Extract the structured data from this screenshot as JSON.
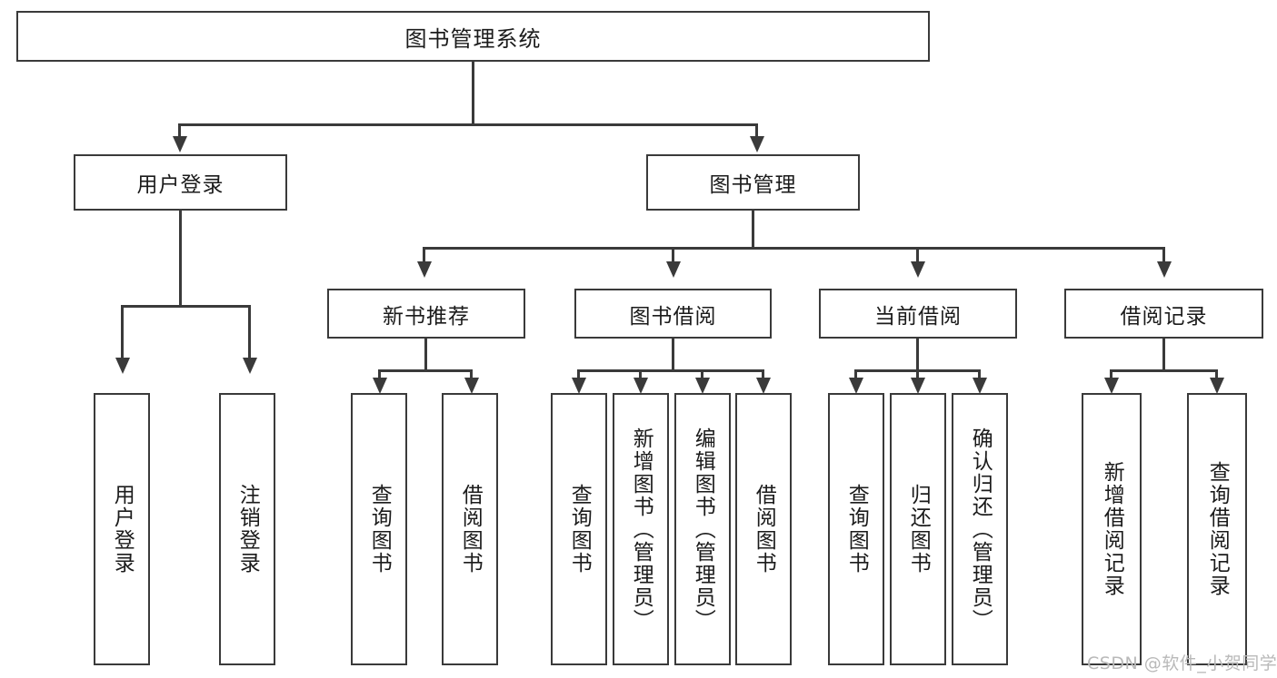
{
  "diagram": {
    "title": "图书管理系统",
    "type": "tree-hierarchy-chart",
    "root": {
      "label": "图书管理系统"
    },
    "level2": [
      {
        "label": "用户登录"
      },
      {
        "label": "图书管理"
      }
    ],
    "level3": [
      {
        "label": "新书推荐"
      },
      {
        "label": "图书借阅"
      },
      {
        "label": "当前借阅"
      },
      {
        "label": "借阅记录"
      }
    ],
    "leaves": {
      "user_login": [
        {
          "label": "用户登录"
        },
        {
          "label": "注销登录"
        }
      ],
      "new_book_recommend": [
        {
          "label": "查询图书"
        },
        {
          "label": "借阅图书"
        }
      ],
      "book_borrow": [
        {
          "label": "查询图书"
        },
        {
          "label": "新增图书（管理员）"
        },
        {
          "label": "编辑图书（管理员）"
        },
        {
          "label": "借阅图书"
        }
      ],
      "current_borrow": [
        {
          "label": "查询图书"
        },
        {
          "label": "归还图书"
        },
        {
          "label": "确认归还（管理员）"
        }
      ],
      "borrow_record": [
        {
          "label": "新增借阅记录"
        },
        {
          "label": "查询借阅记录"
        }
      ]
    }
  },
  "watermark": {
    "text": "CSDN @软件_小贺同学"
  },
  "colors": {
    "stroke": "#3a3a3a",
    "text": "#1b1b1b",
    "background": "#ffffff",
    "watermark": "#b9b9b9"
  }
}
